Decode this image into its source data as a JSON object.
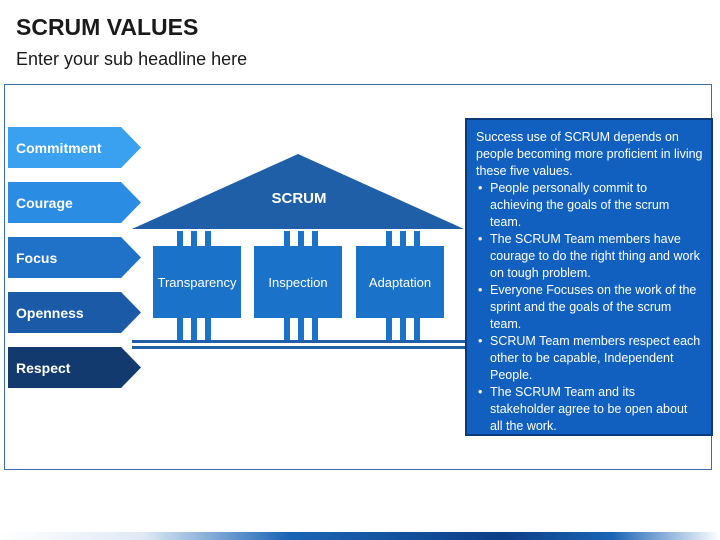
{
  "title": "SCRUM VALUES",
  "subtitle": "Enter your sub headline here",
  "values": [
    {
      "label": "Commitment",
      "color": "#3aa0f0"
    },
    {
      "label": "Courage",
      "color": "#2a8ce2"
    },
    {
      "label": "Focus",
      "color": "#1f72c8"
    },
    {
      "label": "Openness",
      "color": "#1b5aa6"
    },
    {
      "label": "Respect",
      "color": "#123a6e"
    }
  ],
  "house": {
    "roof_label": "SCRUM",
    "roof_color": "#1f5fa8",
    "pillar_color": "#1b72c9",
    "pillars": [
      "Transparency",
      "Inspection",
      "Adaptation"
    ]
  },
  "textbox": {
    "intro": "Success use of SCRUM depends on people becoming more proficient in living these five values.",
    "bullets": [
      "People personally commit to achieving the goals of the scrum team.",
      "The SCRUM Team members have courage to do the right thing and work on tough problem.",
      "Everyone Focuses on the work of the sprint and the goals of the scrum team.",
      "SCRUM Team members respect each other to be capable, Independent People.",
      "The SCRUM Team and its stakeholder agree to be open about all the work."
    ]
  }
}
